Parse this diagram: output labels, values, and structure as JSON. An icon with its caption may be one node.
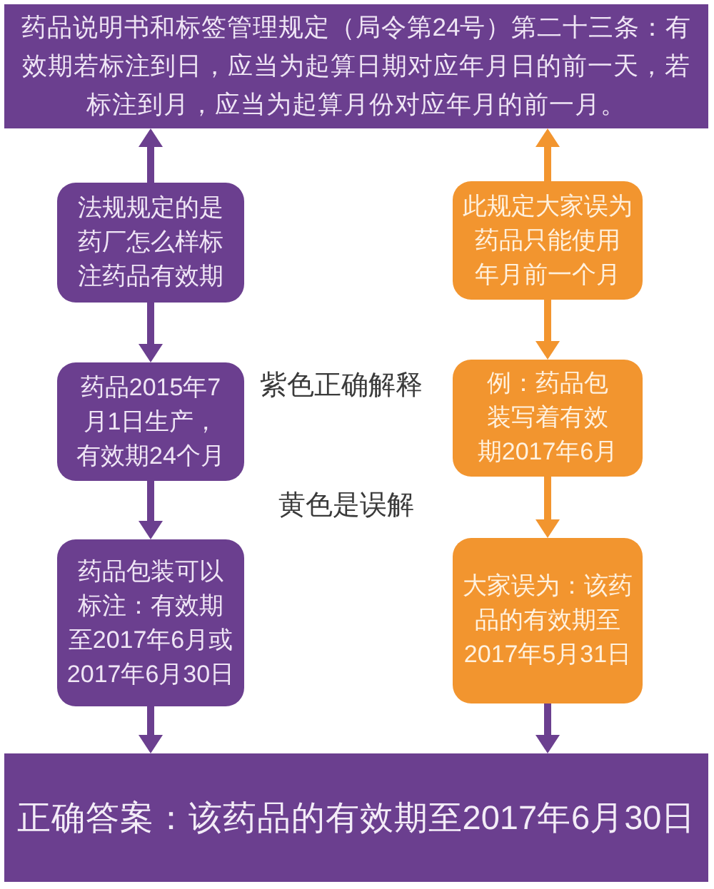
{
  "diagram": {
    "nodes": [
      {
        "text": [
          "药品说明书和标签管理规定（局令第24号）第二十三条：有效期若标注到日，应当为起算日期对应年月日的前一天，若标注到月，应当为起算月份对应年月的前一月。"
        ]
      },
      {
        "text": [
          "法规规定的是药厂怎么样标注药品有效期"
        ]
      },
      {
        "text": [
          "此规定大家误为药品只能使用年月前一个月"
        ]
      },
      {
        "text": [
          "药品2015年7月1日生产，有效期24个月"
        ]
      },
      {
        "text": [
          "例：药品包装写着有效期2017年6月"
        ]
      },
      {
        "text": [
          "药品包装可以标注：有效期至2017年6月或2017年6月30日"
        ]
      },
      {
        "text": [
          "大家误为：该药品的有效期至2017年5月31日"
        ]
      },
      {
        "text": [
          "正确答案：该药品的有效期至2017年6月30日"
        ]
      }
    ],
    "edges": [
      {
        "from": 1,
        "to": 0,
        "arrow": "to"
      },
      {
        "from": 2,
        "to": 0,
        "arrow": "to",
        "color": "#f2952f"
      },
      {
        "from": 1,
        "to": 3,
        "arrow": "to"
      },
      {
        "from": 2,
        "to": 4,
        "arrow": "to",
        "color": "#f2952f"
      },
      {
        "from": 3,
        "to": 5,
        "arrow": "to"
      },
      {
        "from": 4,
        "to": 6,
        "arrow": "to",
        "color": "#f2952f"
      },
      {
        "from": 5,
        "to": 7,
        "arrow": "to"
      },
      {
        "from": 6,
        "to": 7,
        "arrow": "to"
      }
    ],
    "labels": [
      "紫色正确解释",
      "黄色是误解"
    ]
  }
}
